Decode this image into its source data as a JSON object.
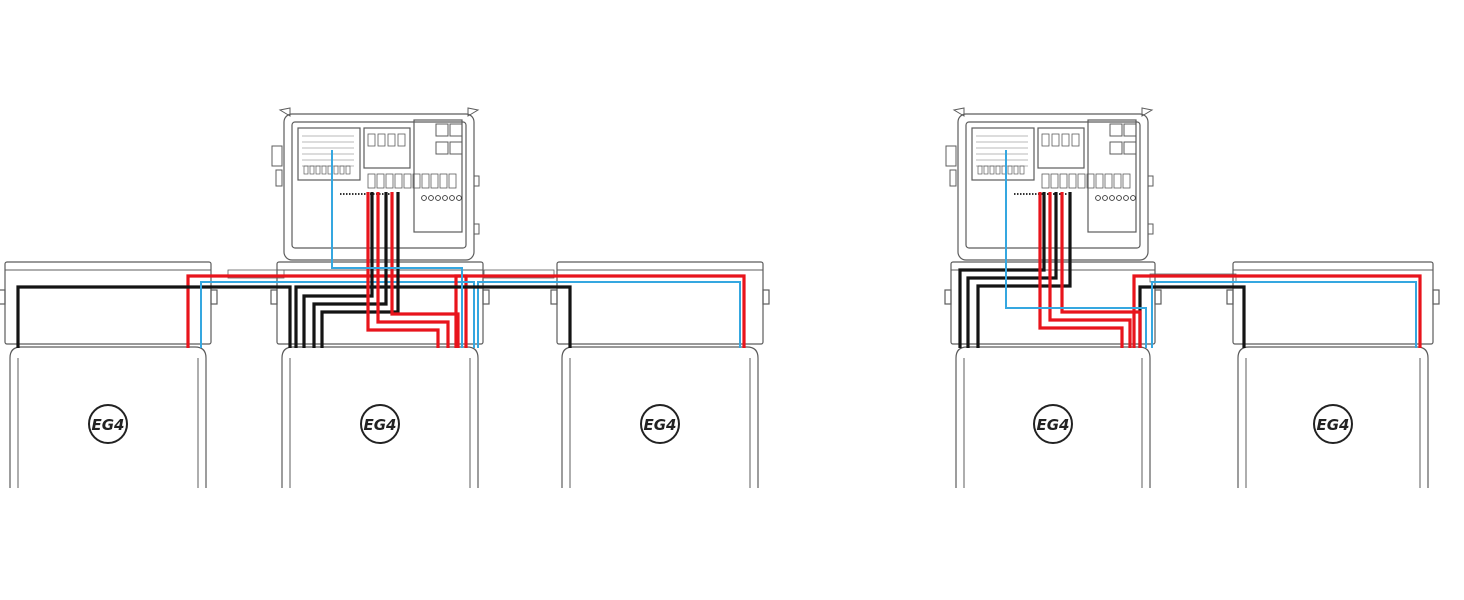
{
  "diagram": {
    "logo_text": "EG4",
    "colors": {
      "positive": "#e8141c",
      "negative": "#141414",
      "communication": "#35a7e0",
      "outline": "#5c5c5c",
      "background": "#ffffff"
    },
    "configurations": [
      {
        "name": "three-battery",
        "battery_count": 3
      },
      {
        "name": "two-battery",
        "battery_count": 2
      }
    ]
  }
}
